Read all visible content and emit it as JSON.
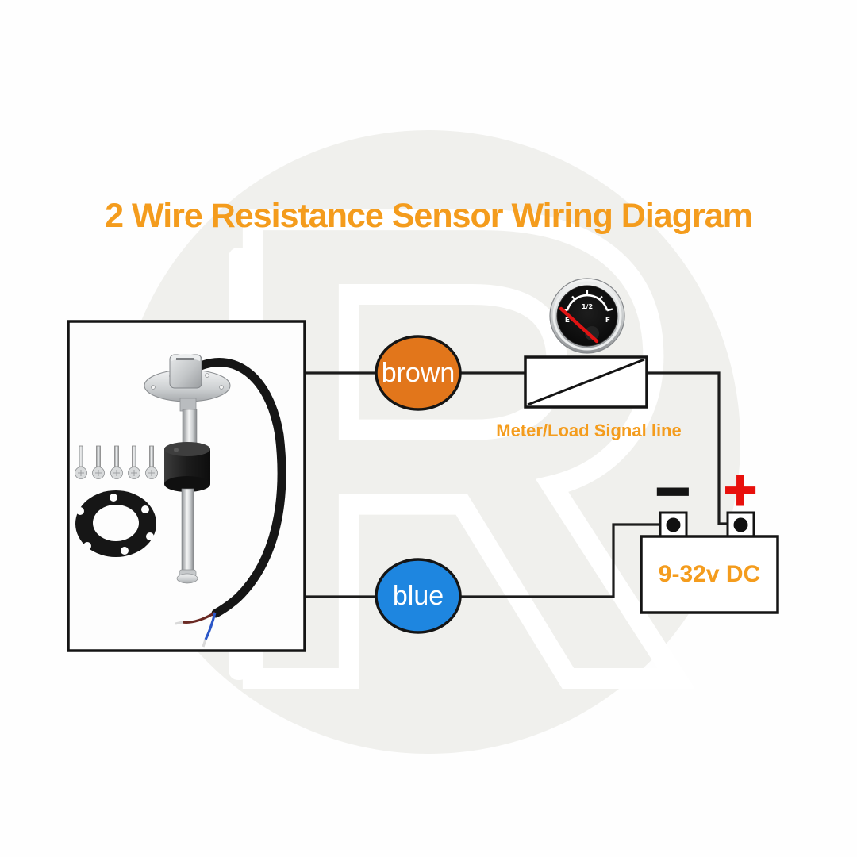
{
  "title": "2 Wire Resistance Sensor Wiring Diagram",
  "wire_labels": {
    "brown": "brown",
    "blue": "blue"
  },
  "gauge": {
    "empty": "E",
    "half": "1/2",
    "full": "F"
  },
  "meter": {
    "caption": "Meter/Load Signal line"
  },
  "battery": {
    "voltage": "9-32v DC",
    "negative": "−",
    "positive": "+"
  },
  "watermark": {
    "letter": "R"
  },
  "colors": {
    "accent_orange": "#F49C1D",
    "brown_fill": "#E2761B",
    "blue_fill": "#1E86E0",
    "wire_black": "#1C1C1C",
    "needle_red": "#E01313",
    "battery_plus_red": "#E8100C",
    "watermark_gray": "#F0F0ED"
  }
}
